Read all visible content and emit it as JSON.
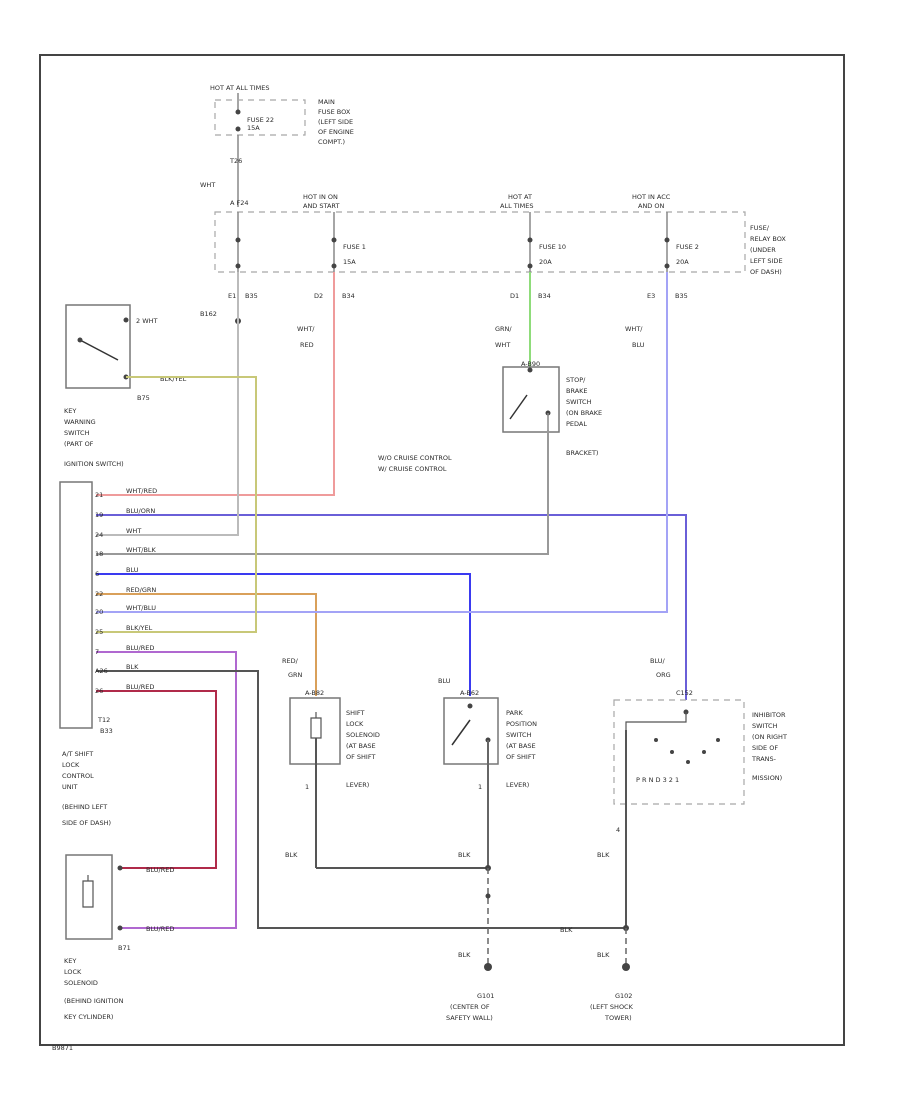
{
  "power": {
    "hot_at_all_times": "HOT AT ALL TIMES",
    "fuse20": [
      "FUSE 22",
      "15A"
    ],
    "underhood_box": [
      "MAIN",
      "FUSE BOX",
      "(LEFT SIDE",
      "OF ENGINE",
      "COMPT.)"
    ],
    "pin_top": "T26",
    "wht": "WHT",
    "pin_f24": "A  F24",
    "hot_run_start": [
      "HOT IN ON",
      "AND START"
    ],
    "hot_at_all_times_2": [
      "HOT AT",
      "ALL TIMES"
    ],
    "hot_acc": [
      "HOT IN ACC",
      "AND ON"
    ],
    "fuse1": [
      "FUSE 1",
      "15A"
    ],
    "fuse10": [
      "FUSE 10",
      "20A"
    ],
    "fuse2": [
      "FUSE 2",
      "20A"
    ],
    "relay_box": [
      "FUSE/",
      "RELAY BOX",
      "(UNDER",
      "LEFT SIDE",
      "OF DASH)"
    ],
    "conn_e1": [
      "E1",
      "B35"
    ],
    "conn_d2": [
      "D2",
      "B34"
    ],
    "conn_d1": [
      "D1",
      "B34"
    ],
    "conn_e3": [
      "E3",
      "B35"
    ]
  },
  "key_warning": {
    "conn": "B162",
    "pin2_wire": "2  WHT",
    "pin1_wire": "BLK/YEL",
    "conn2": "B75",
    "label": [
      "KEY",
      "WARNING",
      "SWITCH",
      "(PART OF",
      "IGNITION SWITCH)"
    ]
  },
  "stop_switch": {
    "feed_wire": [
      "GRN/",
      "WHT"
    ],
    "conn": "A-B90",
    "label": [
      "STOP/",
      "BRAKE",
      "SWITCH",
      "(ON BRAKE",
      "PEDAL",
      "BRACKET)"
    ],
    "wo_cruise": "W/O CRUISE CONTROL",
    "w_cruise": "W/ CRUISE CONTROL"
  },
  "wire_labels": {
    "d2": [
      "WHT/",
      "RED"
    ],
    "e3": [
      "WHT/",
      "BLU"
    ]
  },
  "control_unit": {
    "pins": [
      {
        "num": "21",
        "color": "WHT/RED"
      },
      {
        "num": "19",
        "color": "BLU/ORN"
      },
      {
        "num": "24",
        "color": "WHT"
      },
      {
        "num": "18",
        "color": "WHT/BLK"
      },
      {
        "num": "6",
        "color": "BLU"
      },
      {
        "num": "22",
        "color": "RED/GRN"
      },
      {
        "num": "20",
        "color": "WHT/BLU"
      },
      {
        "num": "25",
        "color": "BLK/YEL"
      },
      {
        "num": "7",
        "color": "BLU/RED"
      },
      {
        "num": "A26",
        "color": "BLK"
      },
      {
        "num": "26",
        "color": "BLU/RED"
      }
    ],
    "conn": "T12",
    "conn2": "B33",
    "label": [
      "A/T SHIFT",
      "LOCK",
      "CONTROL",
      "UNIT",
      "(BEHIND LEFT",
      "SIDE OF DASH)"
    ]
  },
  "solenoid": {
    "feed": [
      "RED/",
      "GRN"
    ],
    "conn": "A-B82",
    "label": [
      "SHIFT",
      "LOCK",
      "SOLENOID",
      "(AT BASE",
      "OF SHIFT",
      "LEVER)"
    ],
    "pin": "1"
  },
  "park_switch": {
    "feed": "BLU",
    "conn": "A-B62",
    "label": [
      "PARK",
      "POSITION",
      "SWITCH",
      "(AT BASE",
      "OF SHIFT",
      "LEVER)"
    ],
    "pin": "1"
  },
  "inhibitor": {
    "feed": [
      "BLU/",
      "ORG"
    ],
    "conn": "C152",
    "label": [
      "INHIBITOR",
      "SWITCH",
      "(ON RIGHT",
      "SIDE OF",
      "TRANS-",
      "MISSION)"
    ],
    "positions": "P  R  N  D  3  2  1",
    "pin": "4"
  },
  "key_lock": {
    "wire1": "BLU/RED",
    "wire2": "BLU/RED",
    "conn": "B71",
    "label": [
      "KEY",
      "LOCK",
      "SOLENOID",
      "(BEHIND IGNITION",
      "KEY CYLINDER)"
    ]
  },
  "grounds": {
    "blk": "BLK",
    "g101": [
      "G101",
      "(CENTER OF",
      "SAFETY WALL)"
    ],
    "g102": [
      "G102",
      "(LEFT SHOCK",
      "TOWER)"
    ]
  },
  "footer": "B9871"
}
